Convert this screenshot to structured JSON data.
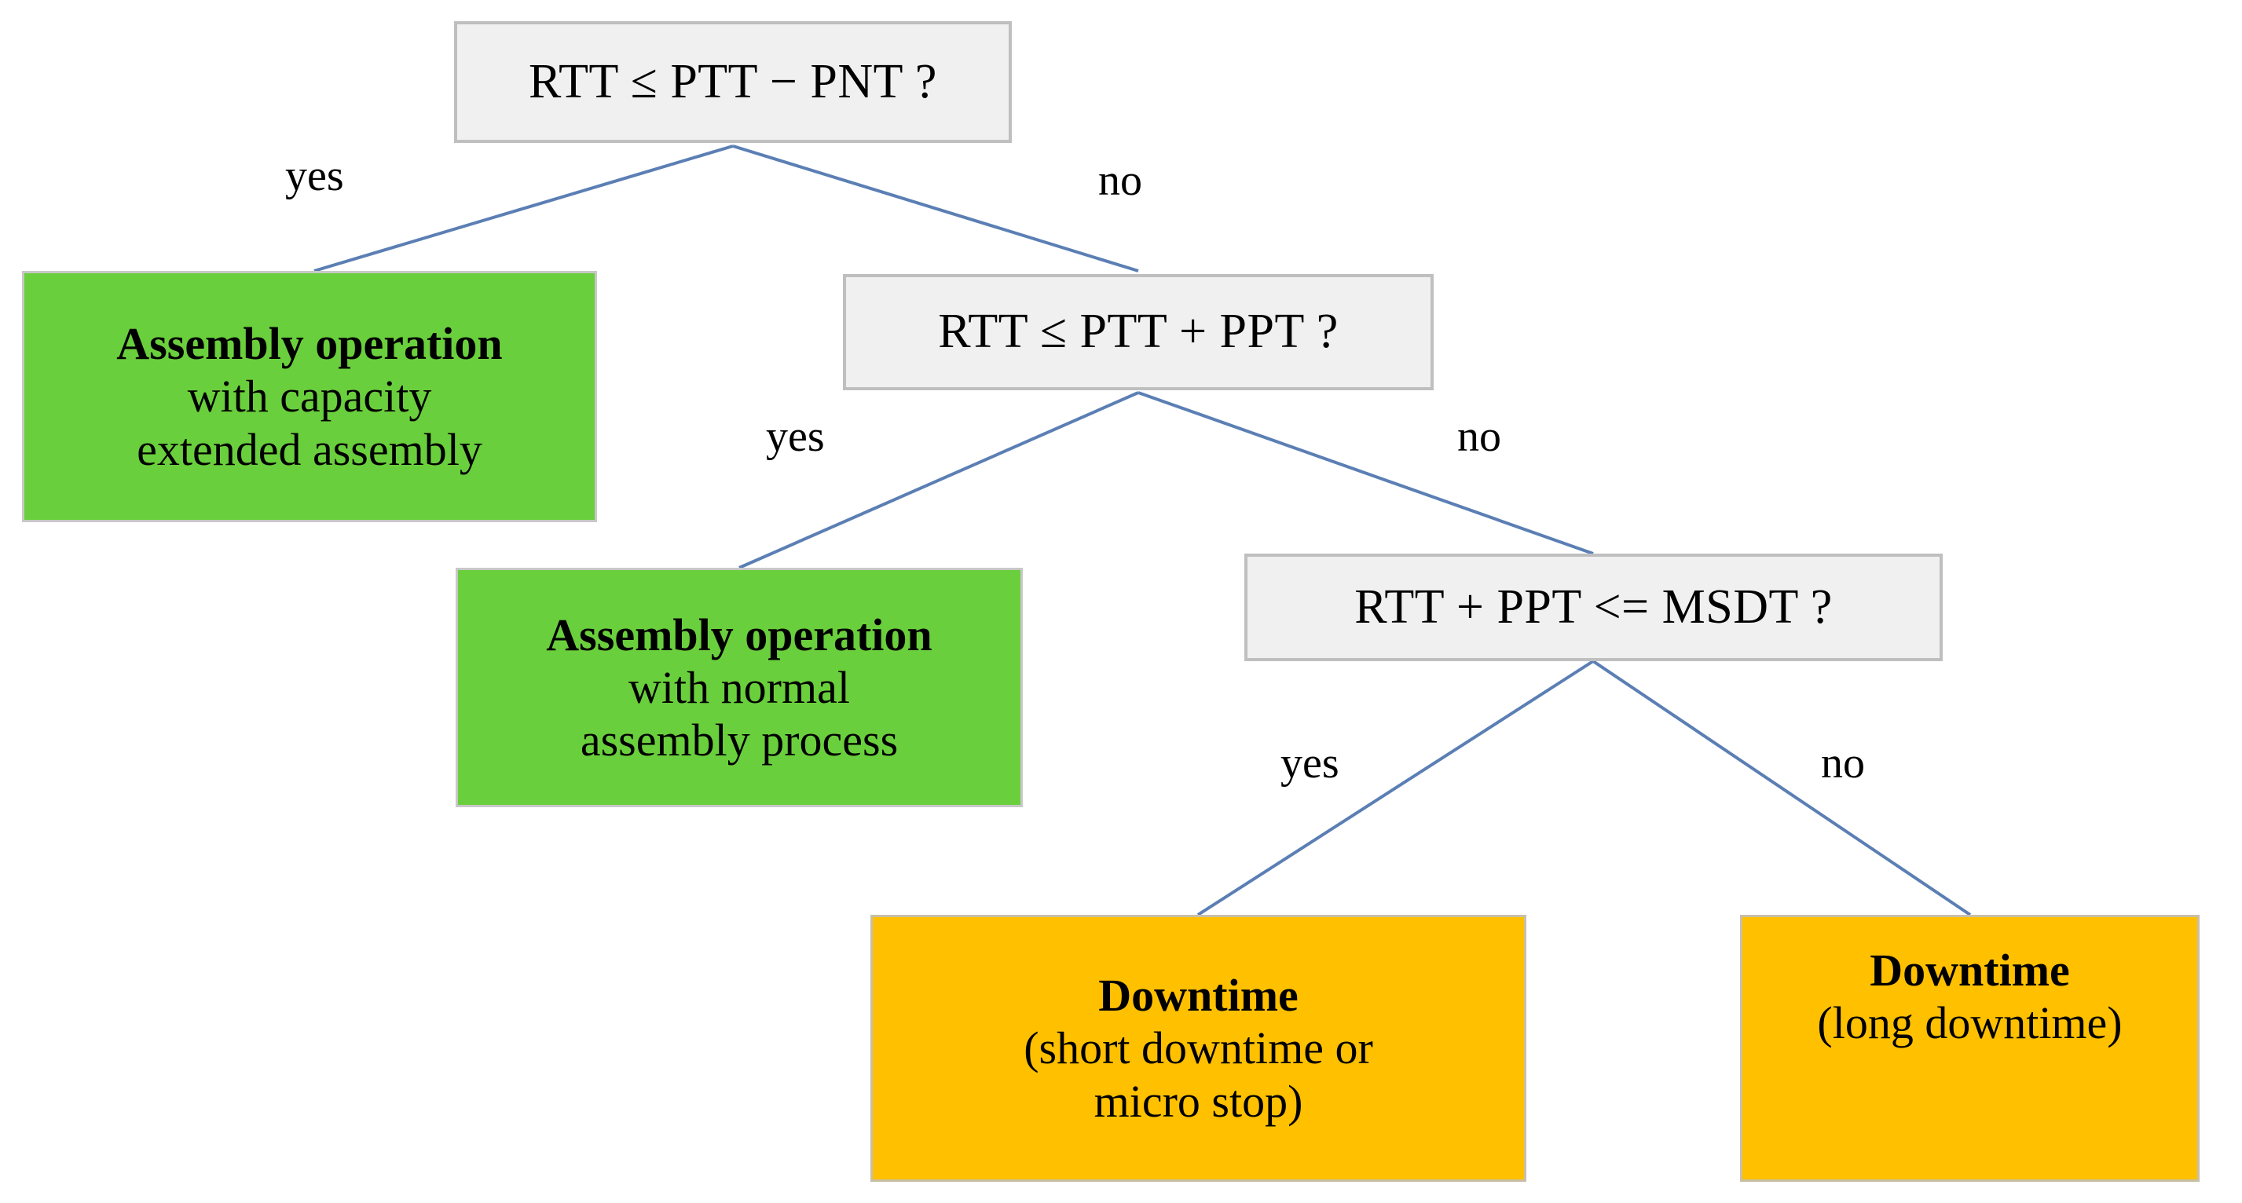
{
  "diagram": {
    "title": "Assembly operation / downtime classification decision tree",
    "colors": {
      "decision_fill": "#F0F0F0",
      "decision_border": "#BFBFBF",
      "green_fill": "#6ACF3C",
      "orange_fill": "#FFC000",
      "connector": "#5B7FB4",
      "text": "#000000"
    },
    "nodes": {
      "root": {
        "text": "RTT ≤ PTT − PNT ?",
        "type": "decision"
      },
      "decision2": {
        "text": "RTT ≤  PTT + PPT ?",
        "type": "decision"
      },
      "decision3": {
        "text": "RTT + PPT <= MSDT ?",
        "type": "decision"
      },
      "green1": {
        "type": "outcome",
        "line1": "Assembly operation",
        "line2": "with capacity",
        "line3": "extended assembly"
      },
      "green2": {
        "type": "outcome",
        "line1": "Assembly operation",
        "line2": "with normal",
        "line3": "assembly process"
      },
      "orange1": {
        "type": "outcome",
        "line1": "Downtime",
        "line2": "(short downtime or",
        "line3": "micro stop)"
      },
      "orange2": {
        "type": "outcome",
        "line1": "Downtime",
        "line2": "(long downtime)",
        "line3": ""
      }
    },
    "edge_labels": {
      "root_yes": "yes",
      "root_no": "no",
      "d2_yes": "yes",
      "d2_no": "no",
      "d3_yes": "yes",
      "d3_no": "no"
    }
  }
}
